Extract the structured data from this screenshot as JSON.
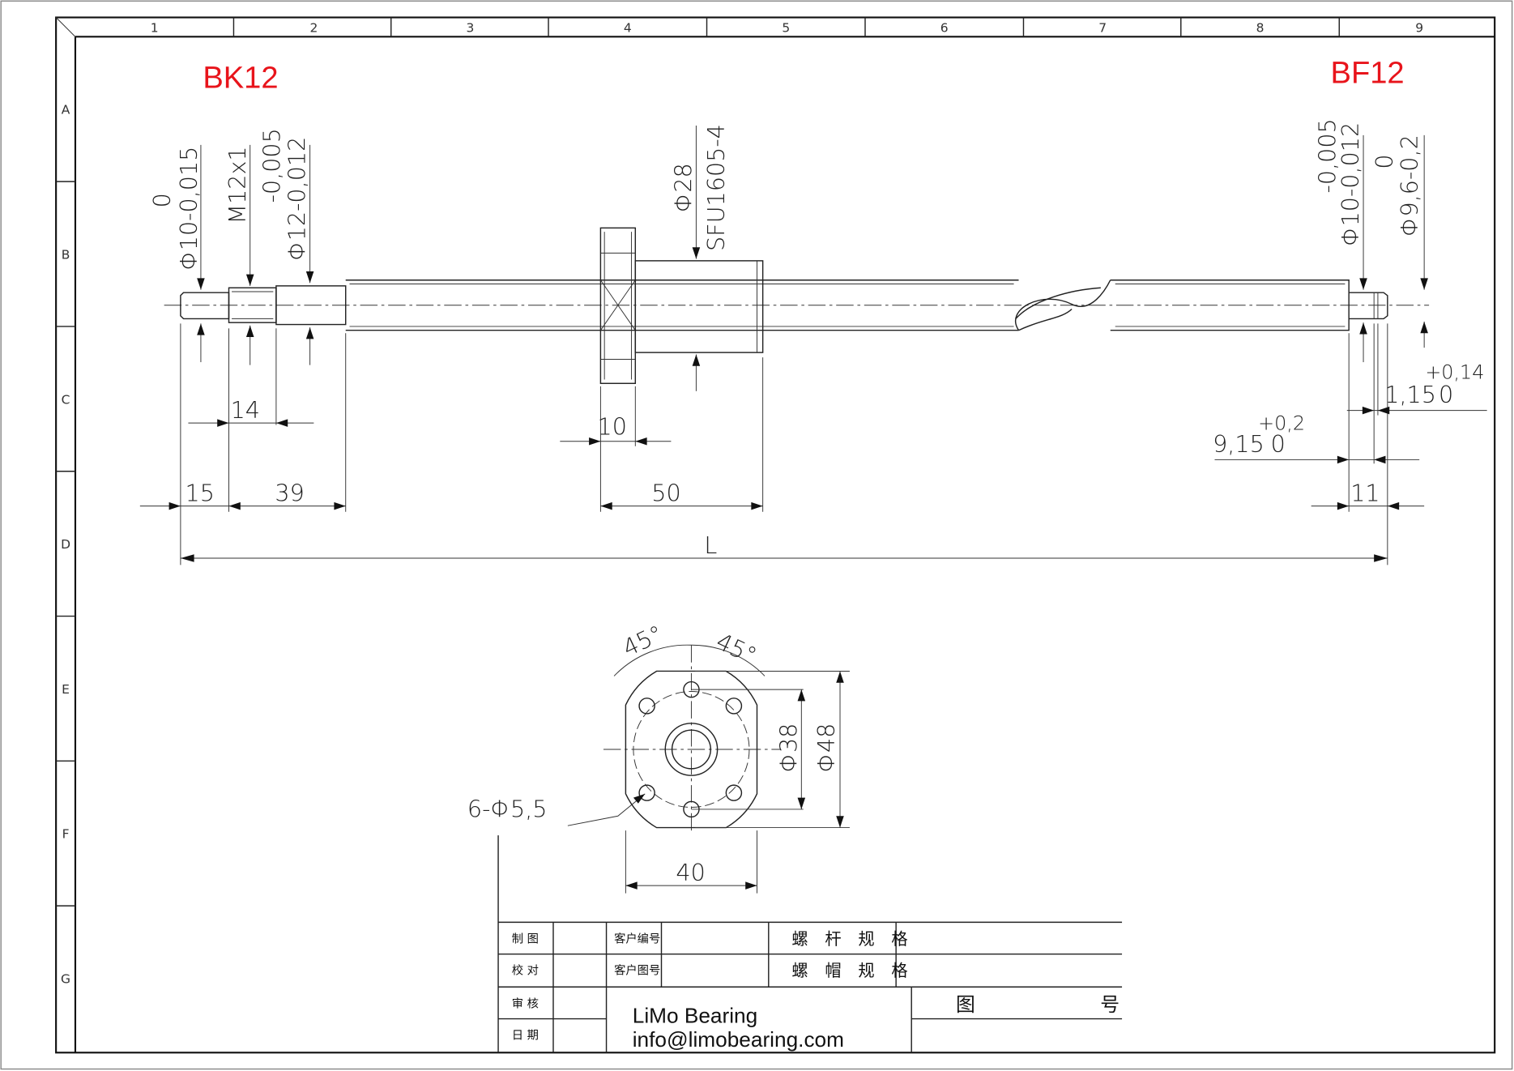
{
  "ruler": {
    "columns": [
      "1",
      "2",
      "3",
      "4",
      "5",
      "6",
      "7",
      "8",
      "9"
    ],
    "rows": [
      "A",
      "B",
      "C",
      "D",
      "E",
      "F",
      "G"
    ]
  },
  "labels": {
    "left_support": "BK12",
    "right_support": "BF12"
  },
  "dimensions": {
    "left_end_dia": "Φ10-0,015",
    "left_end_dia_upper": "0",
    "thread": "M12x1",
    "bearing_dia": "Φ12-0,012",
    "bearing_dia_upper": "-0,005",
    "nut_dia": "Φ28",
    "nut_model": "SFU1605-4",
    "right_bearing_dia": "Φ10-0,012",
    "right_bearing_dia_upper": "-0,005",
    "right_end_dia": "Φ9,6-0,2",
    "right_end_dia_upper": "0",
    "d14": "14",
    "d10": "10",
    "d15": "15",
    "d39": "39",
    "d50": "50",
    "d11": "11",
    "groove_w": "1,15",
    "groove_w_tol_upper": "+0,14",
    "groove_w_tol_lower": "0",
    "groove_pos": "9,15",
    "groove_pos_tol_upper": "+0,2",
    "groove_pos_tol_lower": "0",
    "total_length": "L",
    "angle_left": "45°",
    "angle_right": "45°",
    "pcd": "Φ38",
    "flange_dia": "Φ48",
    "holes": "6-Φ5,5",
    "flange_flat": "40"
  },
  "title_block": {
    "drawn": "制 图",
    "checked": "校 对",
    "reviewed": "审 核",
    "date": "日 期",
    "customer_no": "客户编号",
    "customer_drawing": "客户图号",
    "screw_spec": "螺 杆 规 格",
    "nut_spec": "螺 帽 规 格",
    "drawing_no": "图          号",
    "company": "LiMo Bearing",
    "email": "info@limobearing.com"
  }
}
